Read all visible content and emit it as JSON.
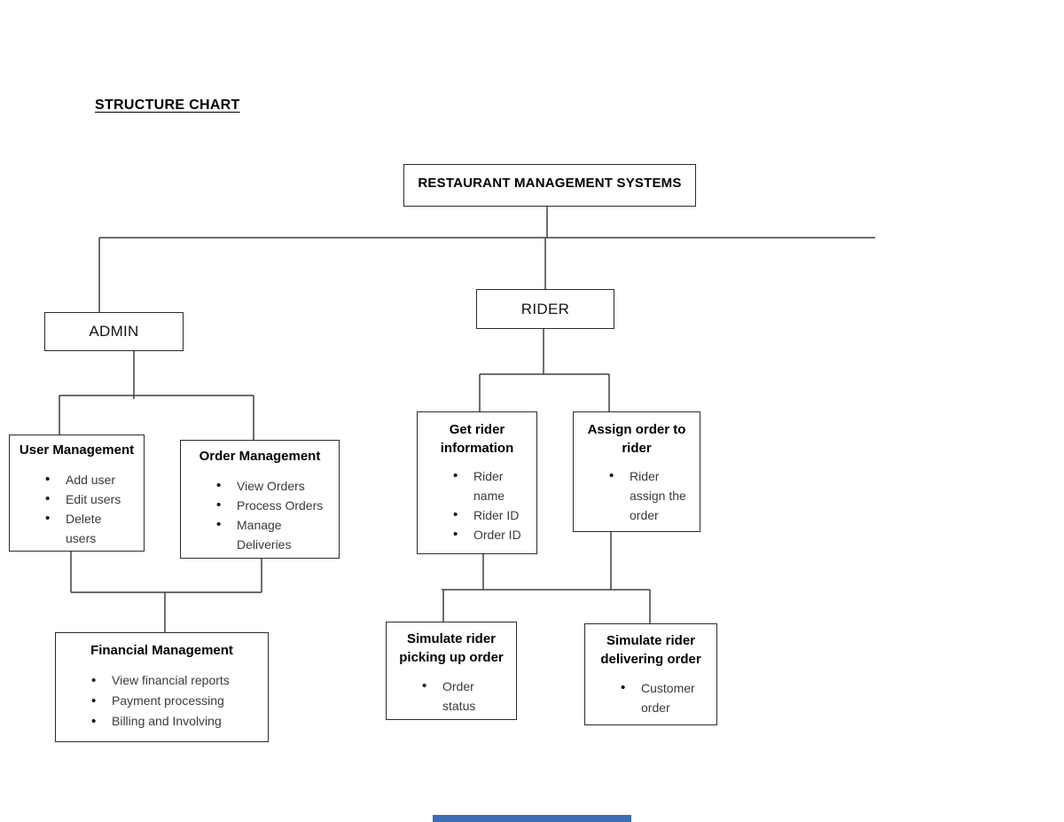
{
  "page": {
    "heading": "STRUCTURE CHART"
  },
  "colors": {
    "background": "#ffffff",
    "box_border": "#2b2b2b",
    "connector_line": "#3f3f3f",
    "title_text": "#000000",
    "body_text": "#3a3a3a",
    "bottom_bar_blue": "#3e6db5"
  },
  "boxes": {
    "root": {
      "title": "RESTAURANT MANAGEMENT SYSTEMS"
    },
    "admin": {
      "title": "ADMIN"
    },
    "rider": {
      "title": "RIDER"
    },
    "user_mgmt": {
      "title": "User Management",
      "items": [
        "Add user",
        "Edit users",
        "Delete users"
      ]
    },
    "order_mgmt": {
      "title": "Order Management",
      "items": [
        "View Orders",
        "Process Orders",
        "Manage Deliveries"
      ]
    },
    "financial": {
      "title": "Financial Management",
      "items": [
        "View financial reports",
        "Payment processing",
        "Billing and Involving"
      ]
    },
    "get_rider": {
      "title": "Get rider information",
      "items": [
        "Rider name",
        "Rider ID",
        "Order ID"
      ]
    },
    "assign_order": {
      "title": "Assign order to rider",
      "items": [
        "Rider assign the order"
      ]
    },
    "sim_pickup": {
      "title": "Simulate rider picking up order",
      "items": [
        "Order status"
      ]
    },
    "sim_deliver": {
      "title": "Simulate rider delivering order",
      "items": [
        "Customer order"
      ]
    }
  }
}
